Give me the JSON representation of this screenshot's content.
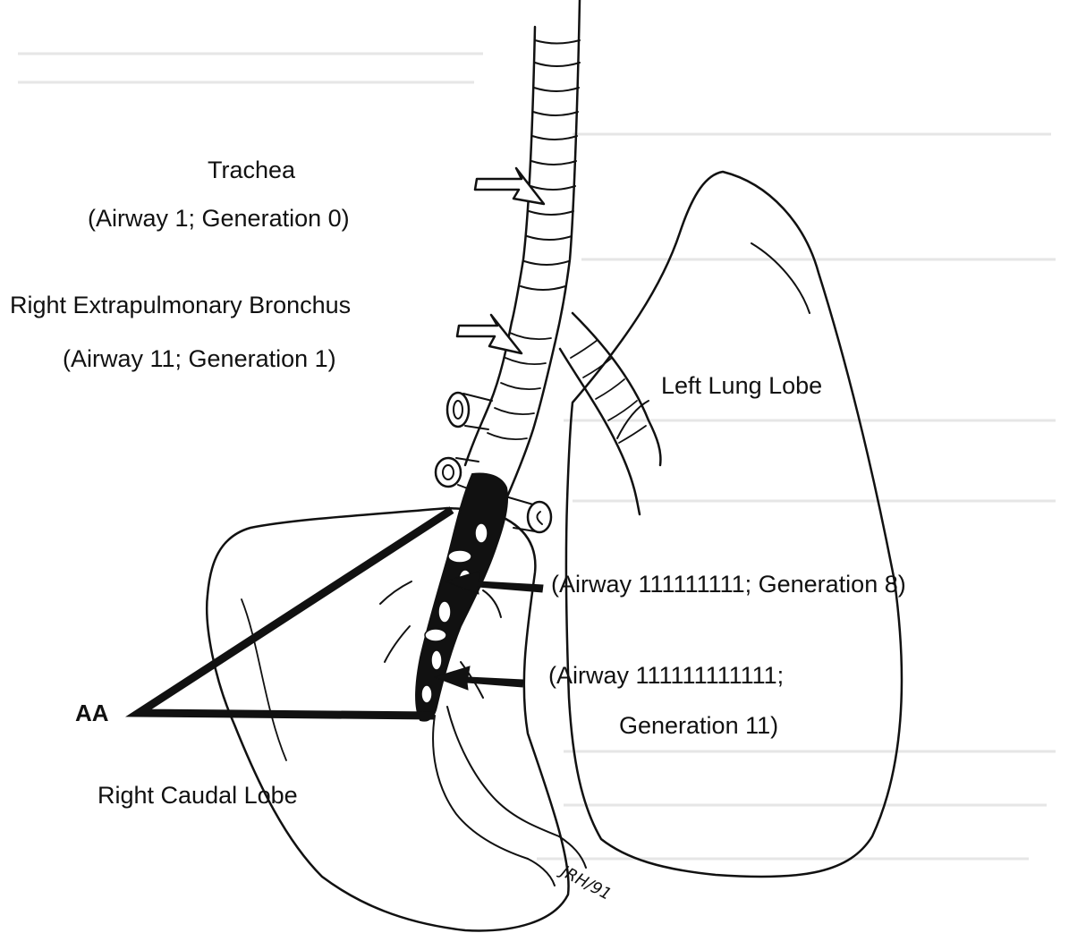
{
  "labels": {
    "trachea_name": "Trachea",
    "trachea_id": "(Airway 1; Generation 0)",
    "bronchus_name": "Right Extrapulmonary Bronchus",
    "bronchus_id": "(Airway 11; Generation 1)",
    "left_lobe": "Left Lung Lobe",
    "airway_gen8": "(Airway 111111111; Generation 8)",
    "airway_gen11_id": "(Airway 111111111111;",
    "airway_gen11_gen": "Generation 11)",
    "axial_airway": "AA",
    "right_caudal_lobe": "Right Caudal Lobe",
    "signature": "JRH/91"
  },
  "colors": {
    "ink": "#111111",
    "background": "#ffffff"
  }
}
